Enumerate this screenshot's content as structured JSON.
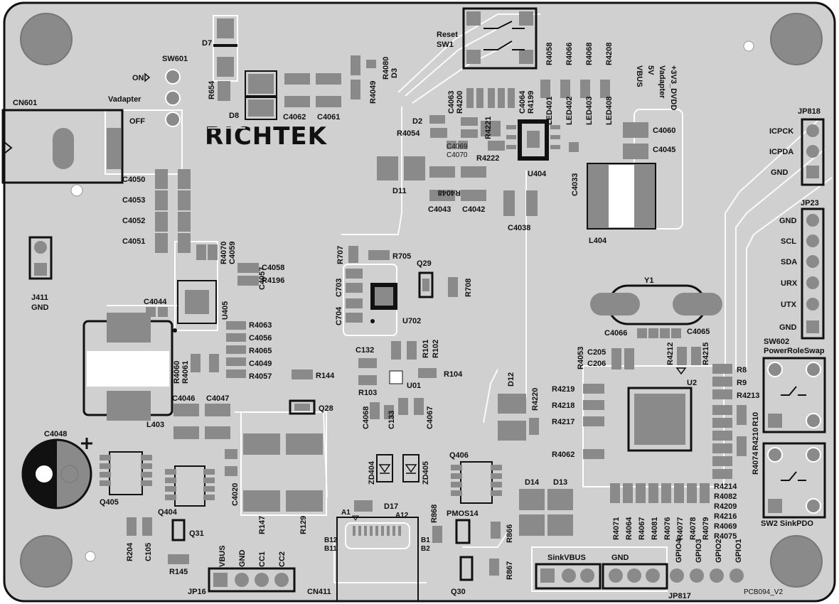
{
  "board": {
    "logo": "RICHTEK",
    "revision": "PCB094_V2"
  },
  "switches": {
    "reset_line1": "Reset",
    "reset_line2": "SW1",
    "sw601": "SW601",
    "on": "ON",
    "vadapter": "Vadapter",
    "off": "OFF",
    "sw602_line1": "SW602",
    "sw602_line2": "PowerRoleSwap",
    "sw2": "SW2 SinkPDO"
  },
  "leds": {
    "r_labels": [
      "R4058",
      "R4066",
      "R4068",
      "R4208"
    ],
    "led_labels": [
      "LED401",
      "LED402",
      "LED403",
      "LED408"
    ],
    "rail_labels": [
      "VBUS",
      "5V",
      "Vadapter",
      "+3V3_DVDD"
    ]
  },
  "connectors": {
    "cn601": "CN601",
    "jp818": "JP818",
    "jp818_pins": [
      "ICPCK",
      "ICPDA",
      "GND"
    ],
    "jp23": "JP23",
    "jp23_pins": [
      "GND",
      "SCL",
      "SDA",
      "URX",
      "UTX",
      "GND"
    ],
    "j411_line1": "J411",
    "j411_line2": "GND",
    "jp16": "JP16",
    "jp16_pins": [
      "VBUS",
      "GND",
      "CC1",
      "CC2"
    ],
    "cn411": "CN411",
    "jp817": "JP817",
    "sinkvbus": "SinkVBUS",
    "gnd": "GND",
    "gpio": [
      "GPIO4",
      "GPIO3",
      "GPIO2",
      "GPIO1"
    ],
    "usb_pins": [
      "A1",
      "A12",
      "B12",
      "B11",
      "B1",
      "B2"
    ]
  },
  "components": [
    "D7",
    "R654",
    "D8",
    "C4062",
    "C4061",
    "R4049",
    "R4080",
    "D3",
    "C4063",
    "R4200",
    "C4064",
    "R4199",
    "D2",
    "R4054",
    "R4221",
    "C4069",
    "C4070",
    "R4222",
    "U404",
    "C4060",
    "C4045",
    "D11",
    "R4048",
    "C4033",
    "C4043",
    "C4042",
    "C4038",
    "L404",
    "C4050",
    "C4053",
    "C4052",
    "C4051",
    "R4070",
    "C4059",
    "C4058",
    "C4057",
    "R4196",
    "R707",
    "R705",
    "Q29",
    "C703",
    "R708",
    "C704",
    "U702",
    "C4044",
    "U405",
    "R4063",
    "C4056",
    "R4065",
    "C4049",
    "R4057",
    "R4060",
    "R4061",
    "C132",
    "R101",
    "R102",
    "R104",
    "R144",
    "R103",
    "U01",
    "Q28",
    "C4046",
    "C4047",
    "L403",
    "C4068",
    "C133",
    "C4067",
    "D12",
    "R4220",
    "Y1",
    "C4066",
    "C4065",
    "R4053",
    "C205",
    "C206",
    "R4212",
    "R4215",
    "U2",
    "R8",
    "R9",
    "R4213",
    "R4210",
    "R10",
    "R4219",
    "R4218",
    "R4217",
    "R4062",
    "R4074",
    "C4048",
    "Q405",
    "Q404",
    "C4020",
    "R147",
    "R129",
    "ZD404",
    "ZD405",
    "Q406",
    "D14",
    "D13",
    "D17",
    "R868",
    "PMOS14",
    "R866",
    "R204",
    "C105",
    "Q31",
    "R145",
    "R867",
    "Q30",
    "R4071",
    "R4064",
    "R4067",
    "R4081",
    "R4076",
    "R4077",
    "R4078",
    "R4079",
    "R4214",
    "R4082",
    "R4209",
    "R4216",
    "R4069",
    "R4075"
  ],
  "colors": {
    "board": "#d0d0d0",
    "pad": "#8a8a8a",
    "silk": "#ffffff",
    "ink": "#111111"
  }
}
